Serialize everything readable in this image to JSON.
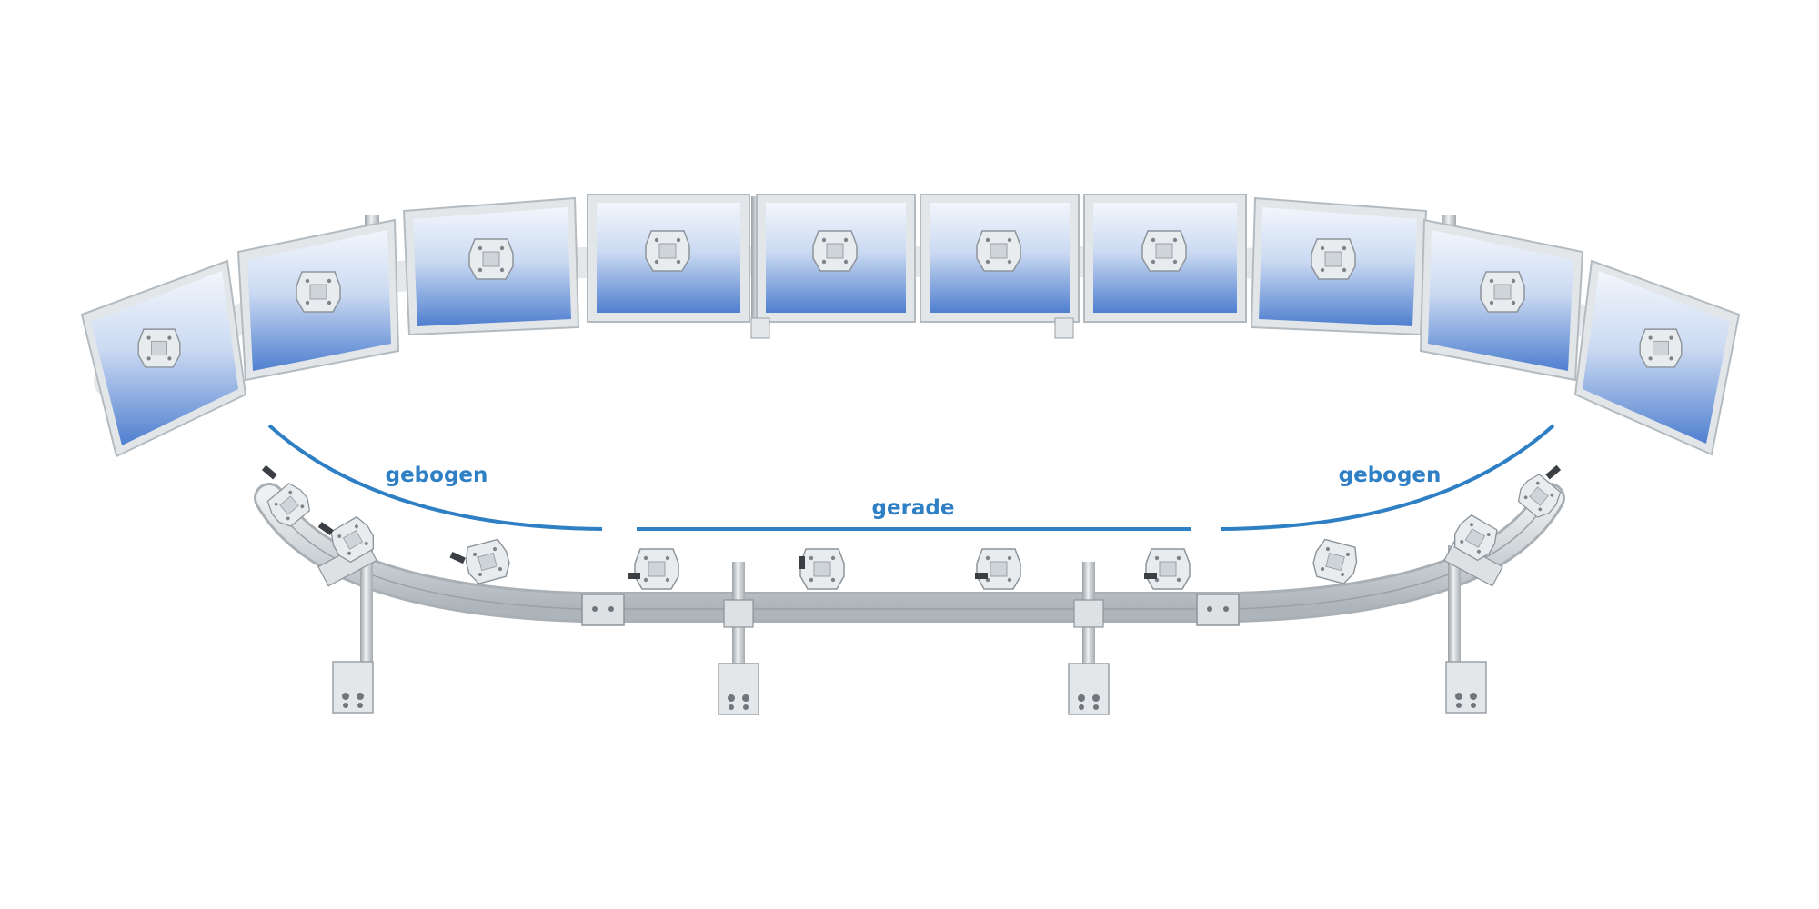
{
  "labels": {
    "left": "gebogen",
    "middle": "gerade",
    "right": "gebogen"
  },
  "colors": {
    "accent": "#2f7fc4",
    "metal": "#d8dcdf",
    "metal_dark": "#9aa1a6",
    "screen_light": "#e8f0fb",
    "screen_blue": "#4f7fcf",
    "bezel": "#e3e6e8"
  },
  "icons": {
    "monitor": "flat-screen-monitor",
    "mount_plate": "vesa-mount-plate",
    "pole": "support-pole",
    "foot": "desk-clamp-foot"
  }
}
